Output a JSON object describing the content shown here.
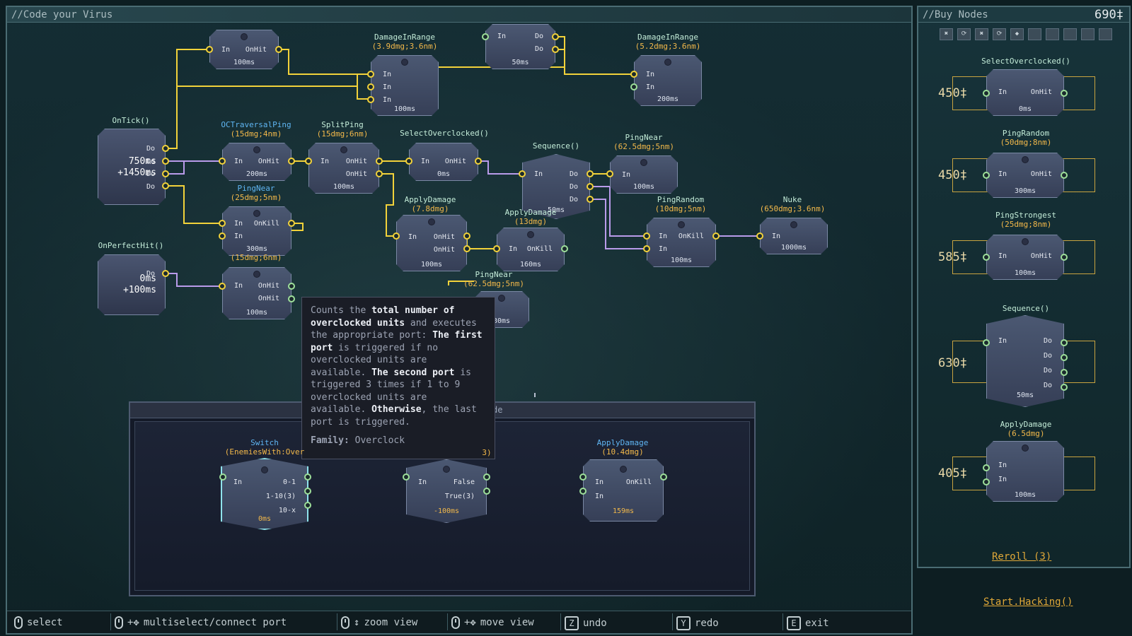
{
  "editor": {
    "title": "//Code your Virus"
  },
  "shop": {
    "title": "//Buy Nodes",
    "currency": "690‡",
    "filters": [
      "✖",
      "⟳",
      "✖",
      "⟳",
      "◆",
      "",
      "",
      "",
      "",
      ""
    ],
    "offers": [
      {
        "name": "SelectOverclocked()",
        "detail": "",
        "price": "450‡",
        "ports_in": [
          "In"
        ],
        "ports_out": [
          "OnHit"
        ],
        "time": "0ms"
      },
      {
        "name": "PingRandom",
        "detail": "(50dmg;8nm)",
        "price": "450‡",
        "ports_in": [
          "In"
        ],
        "ports_out": [
          "OnHit"
        ],
        "time": "300ms"
      },
      {
        "name": "PingStrongest",
        "detail": "(25dmg;8nm)",
        "price": "585‡",
        "ports_in": [
          "In"
        ],
        "ports_out": [
          "OnHit"
        ],
        "time": "100ms"
      },
      {
        "name": "Sequence()",
        "detail": "",
        "price": "630‡",
        "ports_in": [
          "In"
        ],
        "ports_out": [
          "Do",
          "Do",
          "Do",
          "Do"
        ],
        "time": "50ms"
      },
      {
        "name": "ApplyDamage",
        "detail": "(6.5dmg)",
        "price": "405‡",
        "ports_in": [
          "In",
          "In"
        ],
        "ports_out": [],
        "time": "100ms"
      }
    ],
    "reroll": "Reroll (3)"
  },
  "start": "Start.Hacking()",
  "events": [
    {
      "name": "OnTick()",
      "times": [
        "750ms",
        "+1450ms"
      ],
      "ports": [
        "Do",
        "Do",
        "Do",
        "Do"
      ]
    },
    {
      "name": "OnPerfectHit()",
      "times": [
        "0ms",
        "+100ms"
      ],
      "ports": [
        "Do"
      ]
    }
  ],
  "graph": {
    "n1": {
      "name": "",
      "detail": "",
      "in": [
        "In"
      ],
      "out": [
        "OnHit"
      ],
      "time": "100ms"
    },
    "n2": {
      "name": "DamageInRange",
      "detail": "(3.9dmg;3.6nm)",
      "in": [
        "In",
        "In",
        "In"
      ],
      "out": [],
      "time": "100ms"
    },
    "n3": {
      "name": "",
      "detail": "",
      "in": [
        "In"
      ],
      "out": [
        "Do",
        "Do"
      ],
      "time": "50ms"
    },
    "n4": {
      "name": "DamageInRange",
      "detail": "(5.2dmg;3.6nm)",
      "in": [
        "In",
        "In"
      ],
      "out": [],
      "time": "200ms"
    },
    "n5": {
      "name": "OCTraversalPing",
      "detail": "(15dmg;4nm)",
      "in": [
        "In"
      ],
      "out": [
        "OnHit"
      ],
      "time": "200ms"
    },
    "n6": {
      "name": "SplitPing",
      "detail": "(15dmg;6nm)",
      "in": [
        "In"
      ],
      "out": [
        "OnHit",
        "OnHit"
      ],
      "time": "100ms"
    },
    "n7": {
      "name": "SelectOverclocked()",
      "detail": "",
      "in": [
        "In"
      ],
      "out": [
        "OnHit"
      ],
      "time": "0ms"
    },
    "n8": {
      "name": "Sequence()",
      "detail": "",
      "in": [
        "In"
      ],
      "out": [
        "Do",
        "Do",
        "Do"
      ],
      "time": "50ms"
    },
    "n9": {
      "name": "PingNear",
      "detail": "(62.5dmg;5nm)",
      "in": [
        "In"
      ],
      "out": [],
      "time": "100ms"
    },
    "n10": {
      "name": "PingNear",
      "detail": "(25dmg;5nm)",
      "in": [
        "In",
        "In"
      ],
      "out": [
        "OnKill"
      ],
      "time": "300ms"
    },
    "n11": {
      "name": "ApplyDamage",
      "detail": "(7.8dmg)",
      "in": [
        "In"
      ],
      "out": [
        "OnHit",
        "OnHit"
      ],
      "time": "100ms"
    },
    "n12": {
      "name": "ApplyDamage",
      "detail": "(13dmg)",
      "in": [
        "In"
      ],
      "out": [
        "OnKill"
      ],
      "time": "160ms"
    },
    "n13": {
      "name": "PingRandom",
      "detail": "(10dmg;5nm)",
      "in": [
        "In",
        "In"
      ],
      "out": [
        "OnKill"
      ],
      "time": "100ms"
    },
    "n14": {
      "name": "Nuke",
      "detail": "(650dmg;3.6nm)",
      "in": [
        "In"
      ],
      "out": [],
      "time": "1000ms"
    },
    "n15": {
      "name": "",
      "detail": "(15dmg;6nm)",
      "in": [
        "In"
      ],
      "out": [
        "OnHit",
        "OnHit"
      ],
      "time": "100ms"
    },
    "n16": {
      "name": "PingNear",
      "detail": "(62.5dmg;5nm)",
      "in": [],
      "out": [],
      "time": "30ms"
    }
  },
  "subpanel": {
    "tab": "de",
    "nodes": [
      {
        "name": "Switch",
        "detail": "(EnemiesWith:Over",
        "in": [
          "In"
        ],
        "out": [
          "0-1",
          "1-10(3)",
          "10-x"
        ],
        "time": "0ms"
      },
      {
        "name": "",
        "detail": "3)",
        "in": [
          "In"
        ],
        "out": [
          "False",
          "True(3)"
        ],
        "time": "-100ms"
      },
      {
        "name": "ApplyDamage",
        "detail": "(10.4dmg)",
        "in": [
          "In",
          "In"
        ],
        "out": [
          "OnKill"
        ],
        "time": "159ms"
      }
    ]
  },
  "tooltip": {
    "p1": "Counts the ",
    "b1": "total number of overclocked units",
    "p2": " and executes the appropriate port: ",
    "b2": "The first port",
    "p3": " is triggered if no overclocked units are available. ",
    "b3": "The second port",
    "p4": " is triggered 3 times if 1 to 9 overclocked units are available. ",
    "b4": "Otherwise",
    "p5": ", the last port is triggered.",
    "family_label": "Family:",
    "family_value": "Overclock"
  },
  "status": [
    {
      "label": "select",
      "icon": "mouse-icon"
    },
    {
      "label": "multiselect/connect port",
      "icon": "mouse-move-icon"
    },
    {
      "label": "zoom view",
      "icon": "mouse-scroll-icon"
    },
    {
      "label": "move view",
      "icon": "mouse-move-icon"
    },
    {
      "label": "undo",
      "key": "Z"
    },
    {
      "label": "redo",
      "key": "Y"
    },
    {
      "label": "exit",
      "key": "E"
    }
  ],
  "colors": {
    "wire_do": "#f2d23a",
    "wire_hit": "#b99bea",
    "accent": "#e0a838",
    "node_bg": "#3f4962"
  }
}
